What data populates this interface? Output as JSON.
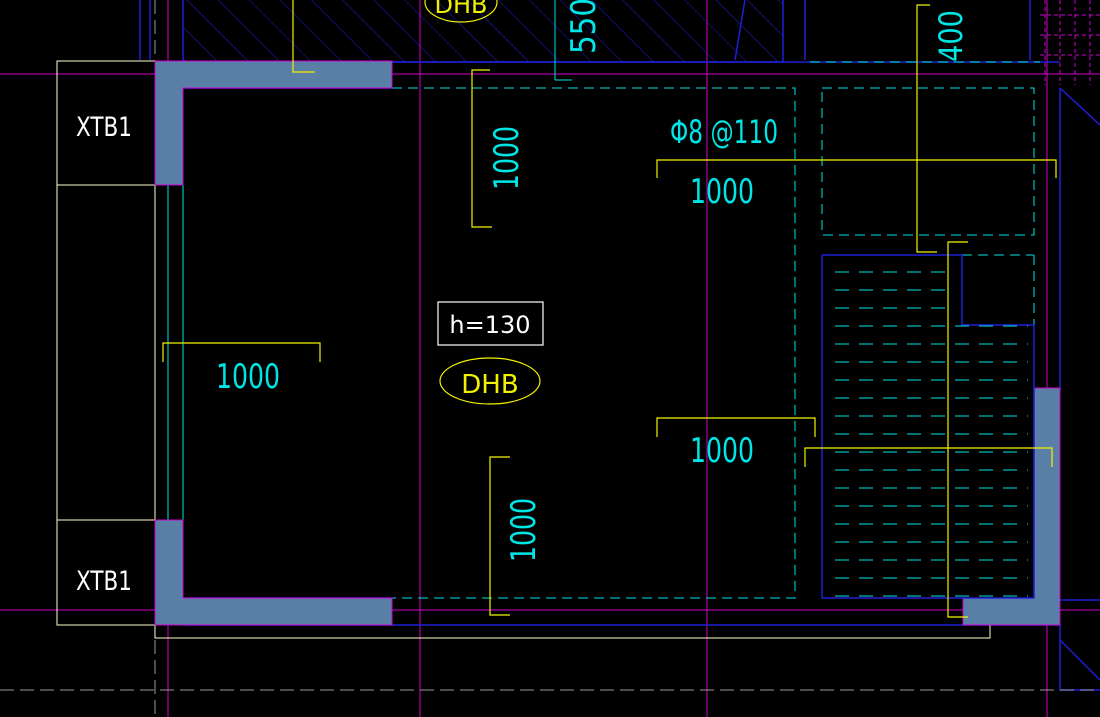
{
  "colors": {
    "background": "#000000",
    "cyan": "#00e5e5",
    "yellow": "#f2f200",
    "magenta": "#d000d0",
    "blue": "#1f1fd8",
    "column_fill": "#5a7fa6",
    "white": "#ffffff",
    "pale_yellow": "#ffffcc"
  },
  "labels": {
    "xtb_top": "XTB1",
    "xtb_bottom": "XTB1",
    "dhb_top": "DHB",
    "dhb_center": "DHB",
    "slab_thickness": "h=130",
    "dim_550": "550",
    "dim_400": "400",
    "rebar_spec": "Φ8 @110",
    "dim_left_horizontal": "1000",
    "dim_top_vertical": "1000",
    "dim_top_right_horizontal": "1000",
    "dim_bottom_right_horizontal": "1000",
    "dim_bottom_vertical": "1000"
  }
}
